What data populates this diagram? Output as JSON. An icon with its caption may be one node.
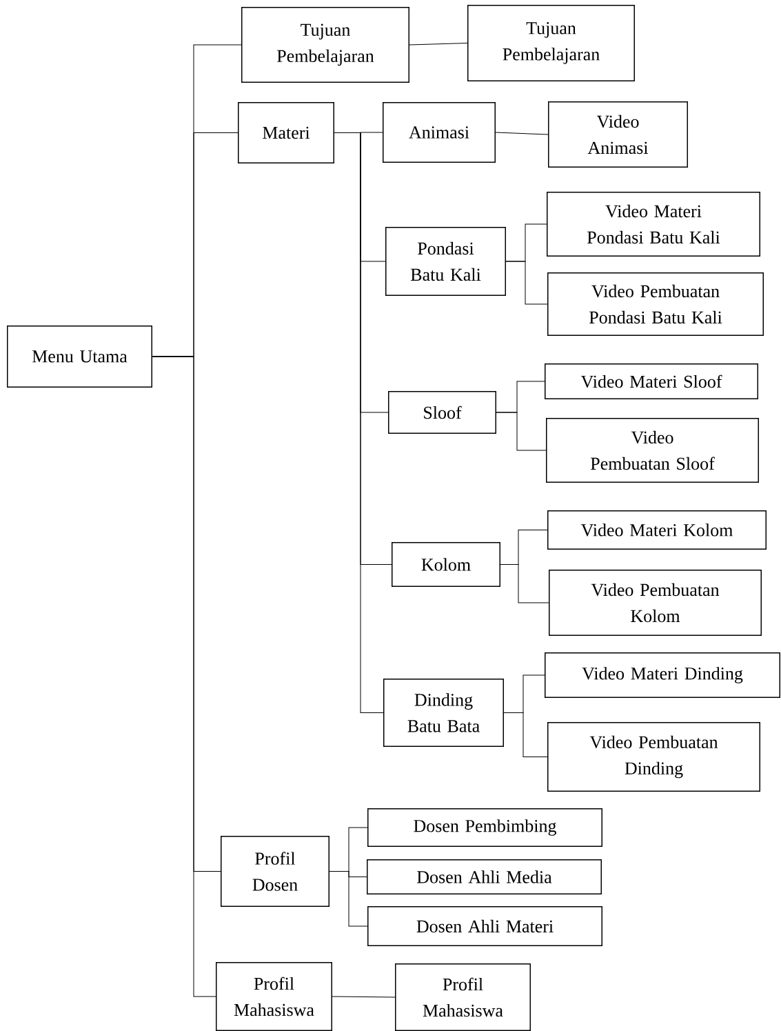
{
  "diagram": {
    "nodes": [
      {
        "text": [
          "Menu Utama"
        ]
      },
      {
        "text": [
          "Tujuan Pembelajaran"
        ]
      },
      {
        "text": [
          "Tujuan Pembelajaran"
        ]
      },
      {
        "text": [
          "Materi"
        ]
      },
      {
        "text": [
          "Animasi"
        ]
      },
      {
        "text": [
          "Video Animasi"
        ]
      },
      {
        "text": [
          "Pondasi Batu Kali"
        ]
      },
      {
        "text": [
          "Video Materi Pondasi Batu Kali"
        ]
      },
      {
        "text": [
          "Video Pembuatan Pondasi Batu Kali"
        ]
      },
      {
        "text": [
          "Sloof"
        ]
      },
      {
        "text": [
          "Video Materi Sloof"
        ]
      },
      {
        "text": [
          "Video Pembuatan Sloof"
        ]
      },
      {
        "text": [
          "Kolom"
        ]
      },
      {
        "text": [
          "Video Materi Kolom"
        ]
      },
      {
        "text": [
          "Video Pembuatan Kolom"
        ]
      },
      {
        "text": [
          "Dinding Batu Bata"
        ]
      },
      {
        "text": [
          "Video Materi Dinding"
        ]
      },
      {
        "text": [
          "Video Pembuatan Dinding"
        ]
      },
      {
        "text": [
          "Profil Dosen"
        ]
      },
      {
        "text": [
          "Dosen Pembimbing"
        ]
      },
      {
        "text": [
          "Dosen Ahli Media"
        ]
      },
      {
        "text": [
          "Dosen Ahli Materi"
        ]
      },
      {
        "text": [
          "Profil Mahasiswa"
        ]
      },
      {
        "text": [
          "Profil Mahasiswa"
        ]
      }
    ],
    "edges": [
      {
        "from": 0,
        "to": 1,
        "arrow": "none"
      },
      {
        "from": 0,
        "to": 3,
        "arrow": "none"
      },
      {
        "from": 0,
        "to": 18,
        "arrow": "none"
      },
      {
        "from": 0,
        "to": 22,
        "arrow": "none"
      },
      {
        "from": 1,
        "to": 2,
        "arrow": "none"
      },
      {
        "from": 3,
        "to": 4,
        "arrow": "none"
      },
      {
        "from": 3,
        "to": 6,
        "arrow": "none"
      },
      {
        "from": 3,
        "to": 9,
        "arrow": "none"
      },
      {
        "from": 3,
        "to": 12,
        "arrow": "none"
      },
      {
        "from": 3,
        "to": 15,
        "arrow": "none"
      },
      {
        "from": 4,
        "to": 5,
        "arrow": "none"
      },
      {
        "from": 6,
        "to": 7,
        "arrow": "none"
      },
      {
        "from": 6,
        "to": 8,
        "arrow": "none"
      },
      {
        "from": 9,
        "to": 10,
        "arrow": "none"
      },
      {
        "from": 9,
        "to": 11,
        "arrow": "none"
      },
      {
        "from": 12,
        "to": 13,
        "arrow": "none"
      },
      {
        "from": 12,
        "to": 14,
        "arrow": "none"
      },
      {
        "from": 15,
        "to": 16,
        "arrow": "none"
      },
      {
        "from": 15,
        "to": 17,
        "arrow": "none"
      },
      {
        "from": 18,
        "to": 19,
        "arrow": "none"
      },
      {
        "from": 18,
        "to": 20,
        "arrow": "none"
      },
      {
        "from": 18,
        "to": 21,
        "arrow": "none"
      },
      {
        "from": 22,
        "to": 23,
        "arrow": "none"
      }
    ]
  }
}
